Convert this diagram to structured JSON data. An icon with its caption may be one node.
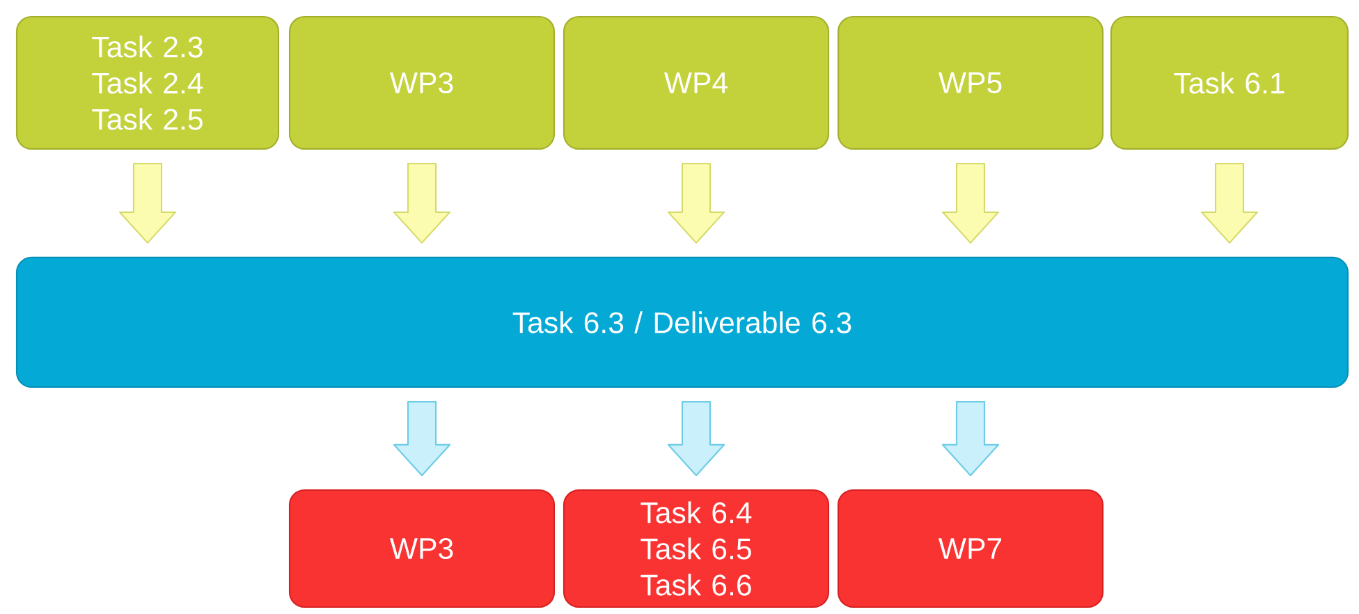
{
  "diagram": {
    "nodes": [
      {
        "text": [
          "Task 2.3 Task 2.4 Task 2.5"
        ]
      },
      {
        "text": [
          "WP3"
        ]
      },
      {
        "text": [
          "WP4"
        ]
      },
      {
        "text": [
          "WP5"
        ]
      },
      {
        "text": [
          "Task 6.1"
        ]
      },
      {
        "text": [
          "Task 6.3 / Deliverable 6.3"
        ]
      },
      {
        "text": [
          "WP3"
        ]
      },
      {
        "text": [
          "Task 6.4 Task 6.5 Task 6.6"
        ]
      },
      {
        "text": [
          "WP7"
        ]
      }
    ],
    "edges": [
      {
        "from": 0,
        "to": 5,
        "arrow": "to"
      },
      {
        "from": 1,
        "to": 5,
        "arrow": "to"
      },
      {
        "from": 2,
        "to": 5,
        "arrow": "to"
      },
      {
        "from": 3,
        "to": 5,
        "arrow": "to"
      },
      {
        "from": 4,
        "to": 5,
        "arrow": "to"
      },
      {
        "from": 5,
        "to": 6,
        "arrow": "to",
        "color": "#c9f0fb"
      },
      {
        "from": 5,
        "to": 7,
        "arrow": "to",
        "color": "#c9f0fb"
      },
      {
        "from": 5,
        "to": 8,
        "arrow": "to",
        "color": "#c9f0fb"
      }
    ]
  }
}
